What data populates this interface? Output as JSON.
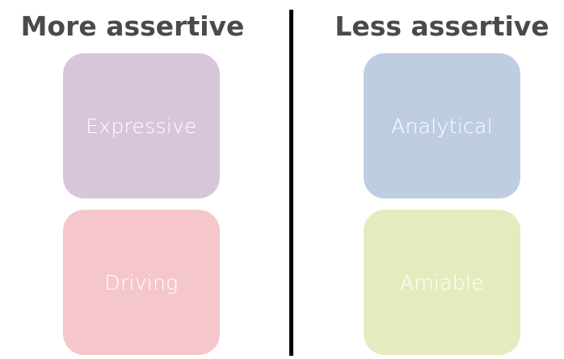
{
  "headings": {
    "left": "More assertive",
    "right": "Less assertive"
  },
  "boxes": {
    "expressive": {
      "label": "Expressive",
      "color": "#d7c6da"
    },
    "driving": {
      "label": "Driving",
      "color": "#f5c7cc"
    },
    "analytical": {
      "label": "Analytical",
      "color": "#bfcde2"
    },
    "amiable": {
      "label": "Amiable",
      "color": "#e6ebbf"
    }
  },
  "colors": {
    "heading_text": "#4a4a4a",
    "divider": "#000000",
    "box_text": "#ffffff"
  }
}
